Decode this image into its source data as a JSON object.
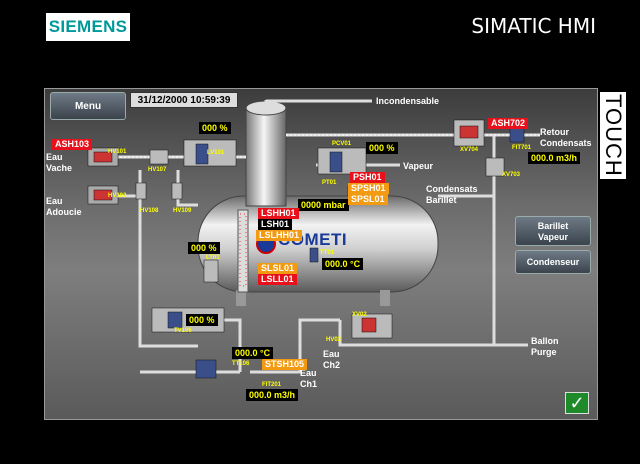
{
  "header": {
    "brand": "SIEMENS",
    "title": "SIMATIC HMI",
    "side_label": "TOUCH"
  },
  "toolbar": {
    "menu_label": "Menu",
    "datetime": "31/12/2000 10:59:39"
  },
  "labels": {
    "incondensable": "Incondensable",
    "eau_vache_1": "Eau",
    "eau_vache_2": "Vache",
    "eau_adouc_1": "Eau",
    "eau_adouc_2": "Adoucie",
    "retour_1": "Retour",
    "retour_2": "Condensats",
    "vapeur": "Vapeur",
    "condensats_1": "Condensats",
    "condensats_2": "Barillet",
    "ballon_1": "Ballon",
    "ballon_2": "Purge",
    "eau_ch2_1": "Eau",
    "eau_ch2_2": "Ch2",
    "eau_ch1_1": "Eau",
    "eau_ch1_2": "Ch1",
    "logo": "COMETI"
  },
  "tags": {
    "hv101": "HV101",
    "hv102": "HV102",
    "hv107": "HV107",
    "lv101": "LV101",
    "hv108": "HV108",
    "hv109": "HV109",
    "pt01": "PT01",
    "pcv01": "PCV01",
    "xv704": "XV704",
    "xv703": "XV703",
    "fit701": "FIT701",
    "lt01": "LT01",
    "tt01": "TT01",
    "tv106": "TV106",
    "tt106": "TT106",
    "fit201": "FIT201",
    "xv02": "XV02",
    "hv02": "HV02"
  },
  "values": {
    "lv101_pct": "000 %",
    "pcv01_pct": "000 %",
    "pressure": "0000 mbar",
    "level_pct": "000 %",
    "temp_tt01": "000.0 °C",
    "tv106_pct": "000 %",
    "temp_tt106": "000.0 °C",
    "flow_fit701": "000.0 m3/h",
    "flow_fit201": "000.0 m3/h"
  },
  "alarms": {
    "ash103": "ASH103",
    "ash702": "ASH702",
    "lshh01": "LSHH01",
    "lsh01": "LSH01",
    "lslhh01": "LSLHH01",
    "lsll01_top": "SLSL01",
    "lsll01": "LSLL01",
    "psh01": "PSH01",
    "spsh01": "SPSH01",
    "spsl01": "SPSL01",
    "tsh105_top": "STSH105"
  },
  "buttons": {
    "barillet_1": "Barillet",
    "barillet_2": "Vapeur",
    "condenseur": "Condenseur",
    "ok": "✓"
  },
  "colors": {
    "brand": "#009999",
    "alarm_red": "#e8101a",
    "alarm_orange": "#f29a12",
    "value_text": "#ffff00",
    "ok_button": "#1e8a2a"
  }
}
